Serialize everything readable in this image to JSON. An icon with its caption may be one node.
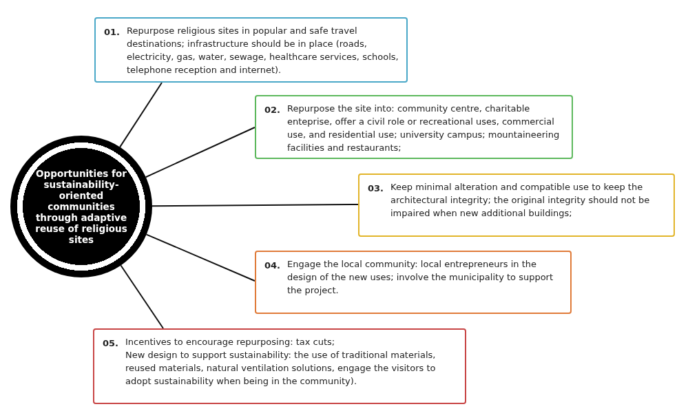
{
  "diagram": {
    "nodes": [
      {
        "text": [
          "Opportunities for sustainability-oriented communities through adaptive reuse of religious sites"
        ]
      },
      {
        "text": [
          "01.",
          "Repurpose religious sites in popular and safe travel destinations; infrastructure should be in place (roads, electricity, gas, water, sewage, healthcare services, schools, telephone reception and internet)."
        ]
      },
      {
        "text": [
          "02.",
          "Repurpose the site into: community centre, charitable enteprise, offer a civil role or recreational uses, commercial use, and residential use; university campus; mountaineering facilities and restaurants;"
        ]
      },
      {
        "text": [
          "03.",
          "Keep minimal alteration and compatible use to keep the architectural integrity; the original integrity should not be impaired when new additional buildings;"
        ]
      },
      {
        "text": [
          "04.",
          "Engage the local community: local entrepreneurs in the design of the new uses; involve the municipality to support the project."
        ]
      },
      {
        "text": [
          "05.",
          "Incentives to encourage repurposing: tax cuts;",
          "New design to support sustainability: the use of traditional materials, reused materials, natural ventilation solutions, engage the visitors to adopt sustainability when being in the community)."
        ]
      }
    ],
    "edges": [
      {
        "from": 0,
        "to": 1,
        "arrow": "none"
      },
      {
        "from": 0,
        "to": 2,
        "arrow": "none"
      },
      {
        "from": 0,
        "to": 3,
        "arrow": "none"
      },
      {
        "from": 0,
        "to": 4,
        "arrow": "none"
      },
      {
        "from": 0,
        "to": 5,
        "arrow": "none"
      }
    ]
  }
}
